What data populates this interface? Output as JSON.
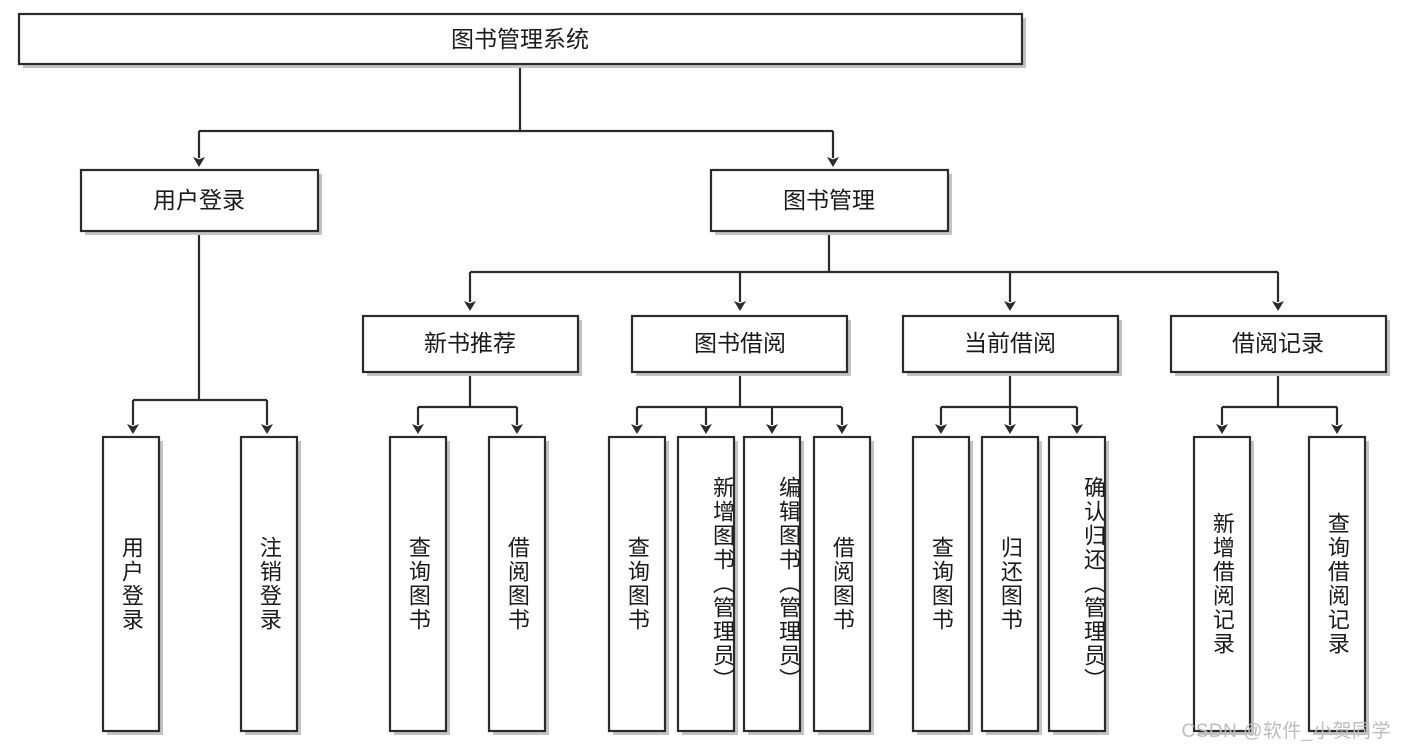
{
  "diagram": {
    "type": "tree",
    "title": "图书管理系统",
    "watermark": "CSDN @软件_小贺同学",
    "levels": {
      "root": {
        "label": "图书管理系统"
      },
      "level2": [
        {
          "id": "user-login",
          "label": "用户登录"
        },
        {
          "id": "book-manage",
          "label": "图书管理"
        }
      ],
      "level3": [
        {
          "id": "new-book-rec",
          "label": "新书推荐",
          "parent": "book-manage"
        },
        {
          "id": "book-borrow",
          "label": "图书借阅",
          "parent": "book-manage"
        },
        {
          "id": "current-borrow",
          "label": "当前借阅",
          "parent": "book-manage"
        },
        {
          "id": "borrow-record",
          "label": "借阅记录",
          "parent": "book-manage"
        }
      ],
      "leaves": [
        {
          "id": "leaf-user-login",
          "label": "用户登录",
          "parent": "user-login"
        },
        {
          "id": "leaf-logout",
          "label": "注销登录",
          "parent": "user-login"
        },
        {
          "id": "leaf-query-book-1",
          "label": "查询图书",
          "parent": "new-book-rec"
        },
        {
          "id": "leaf-borrow-book-1",
          "label": "借阅图书",
          "parent": "new-book-rec"
        },
        {
          "id": "leaf-query-book-2",
          "label": "查询图书",
          "parent": "book-borrow"
        },
        {
          "id": "leaf-add-book",
          "label": "新增图书（管理员）",
          "parent": "book-borrow"
        },
        {
          "id": "leaf-edit-book",
          "label": "编辑图书（管理员）",
          "parent": "book-borrow"
        },
        {
          "id": "leaf-borrow-book-2",
          "label": "借阅图书",
          "parent": "book-borrow"
        },
        {
          "id": "leaf-query-book-3",
          "label": "查询图书",
          "parent": "current-borrow"
        },
        {
          "id": "leaf-return-book",
          "label": "归还图书",
          "parent": "current-borrow"
        },
        {
          "id": "leaf-confirm-return",
          "label": "确认归还（管理员）",
          "parent": "current-borrow"
        },
        {
          "id": "leaf-add-record",
          "label": "新增借阅记录",
          "parent": "borrow-record"
        },
        {
          "id": "leaf-query-record",
          "label": "查询借阅记录",
          "parent": "borrow-record"
        }
      ]
    },
    "colors": {
      "stroke": "#2b2b2b",
      "fill": "#ffffff",
      "text": "#1a1a1a",
      "shadow": "#b8b8b8",
      "watermark": "#bdbdbd"
    }
  }
}
